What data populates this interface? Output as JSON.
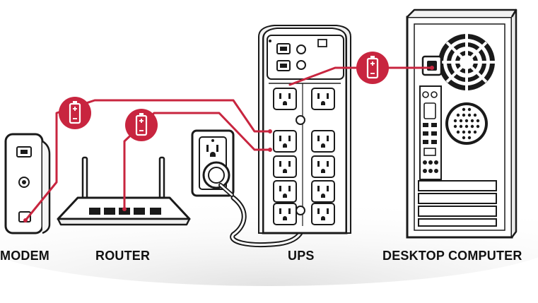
{
  "labels": {
    "modem": "MODEM",
    "router": "ROUTER",
    "ups": "UPS",
    "desktop": "DESKTOP COMPUTER"
  },
  "colors": {
    "accent": "#c8253f",
    "outline": "#1a1a1a",
    "floor": "#ececec"
  },
  "icons": {
    "battery_badge": "battery-icon"
  }
}
